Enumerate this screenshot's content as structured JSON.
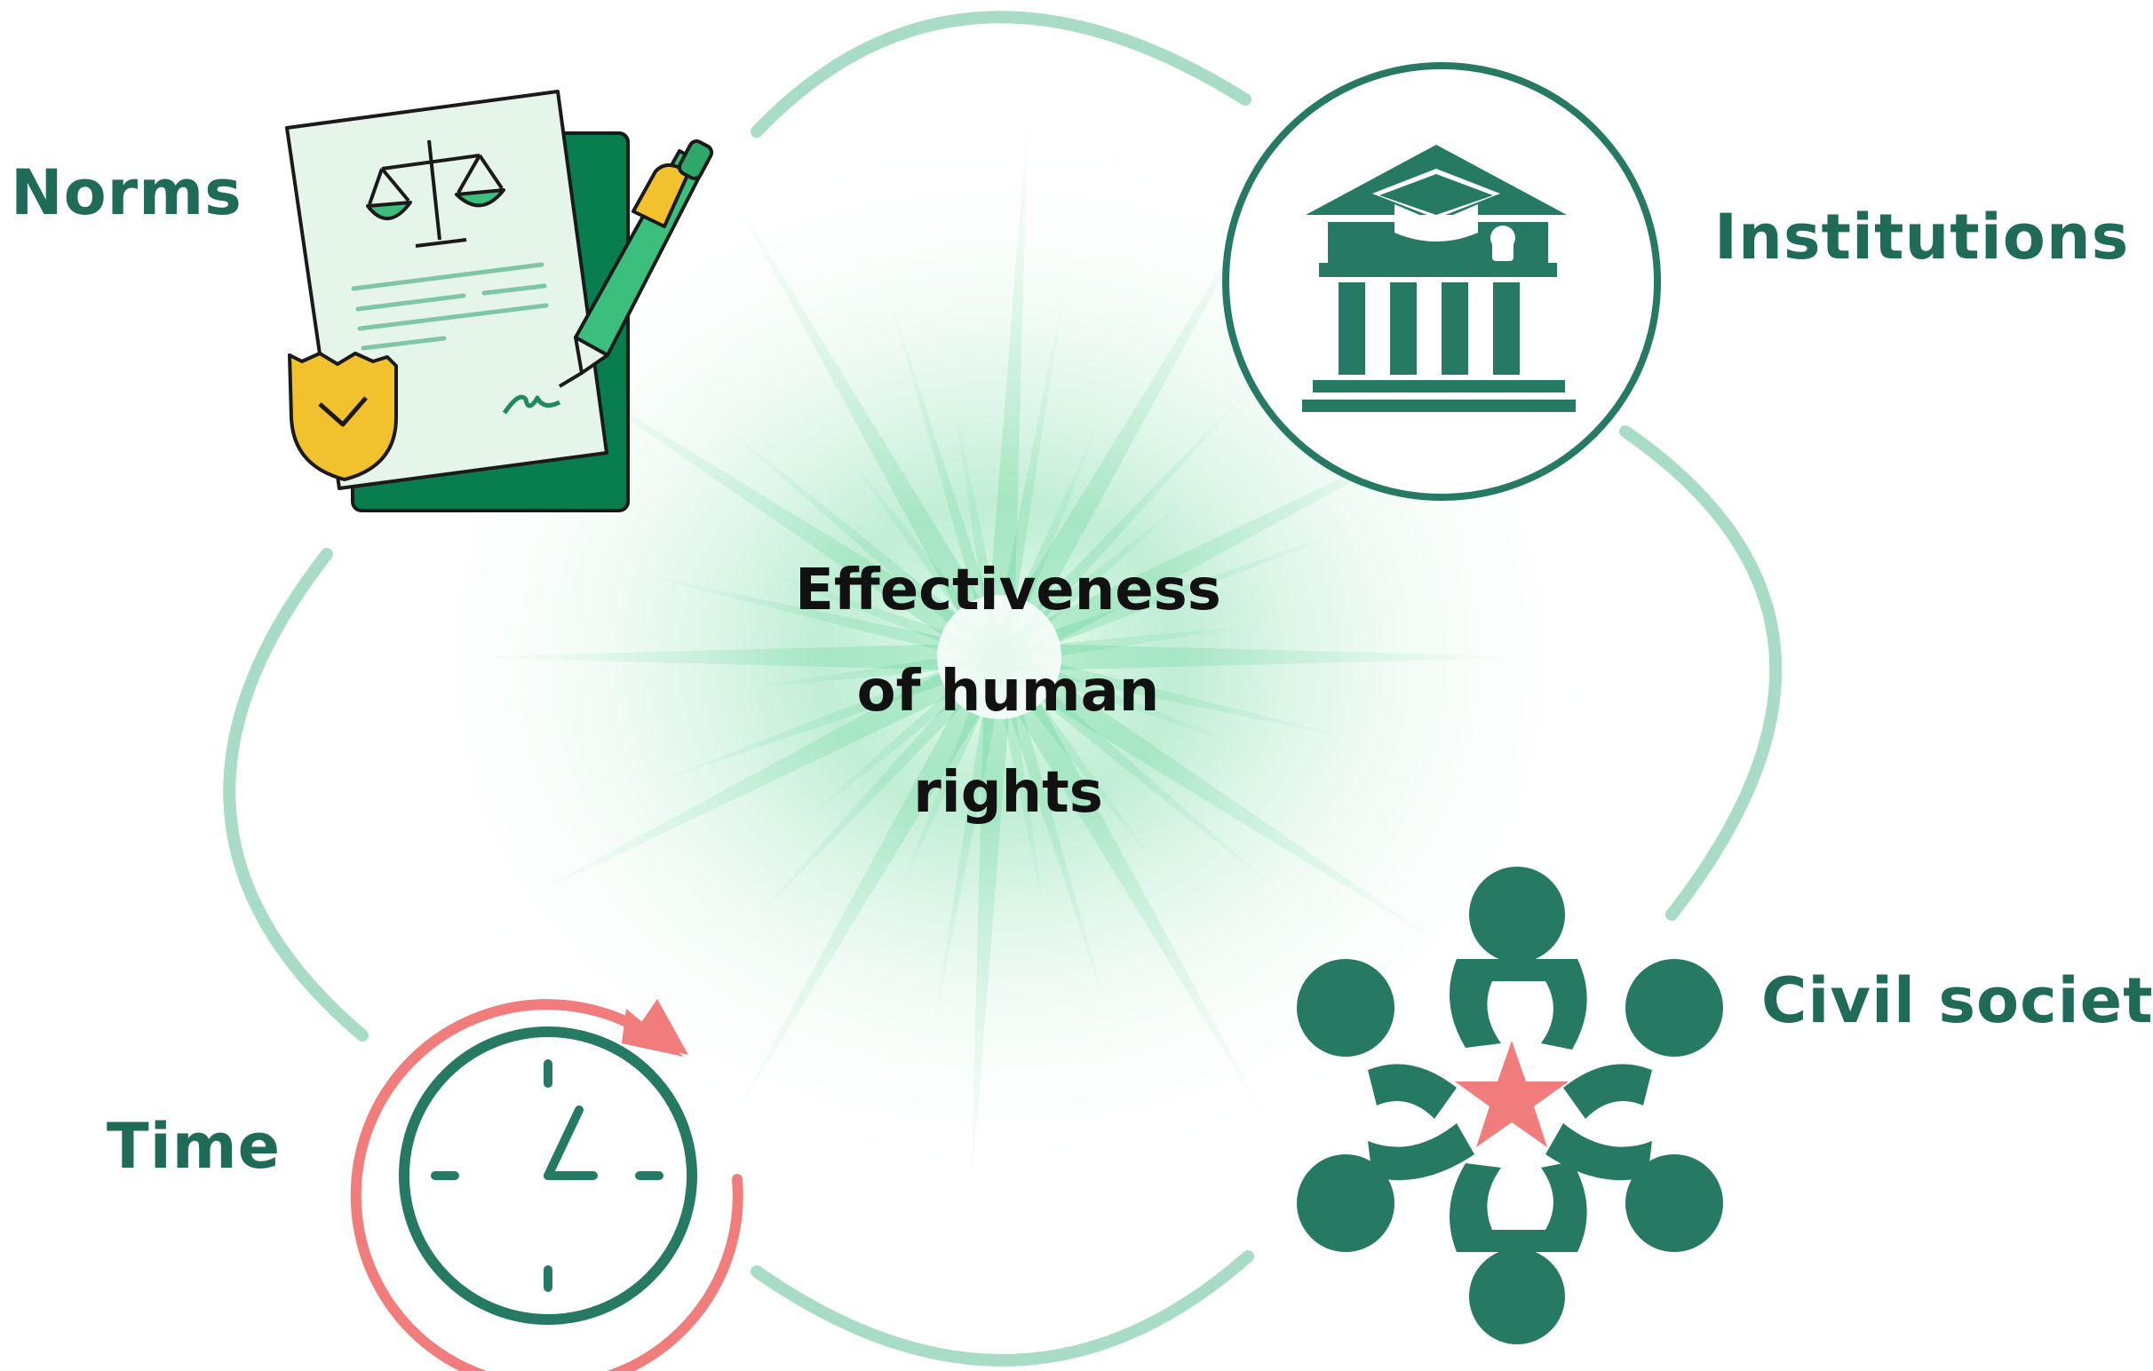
{
  "center": {
    "lines": [
      "Effectiveness",
      "of human",
      "rights"
    ]
  },
  "nodes": {
    "norms": {
      "label": "Norms",
      "icon": "legal-document-icon"
    },
    "institutions": {
      "label": "Institutions",
      "icon": "institution-building-icon"
    },
    "civil_society": {
      "label": "Civil society",
      "icon": "community-people-icon"
    },
    "time": {
      "label": "Time",
      "icon": "clock-cycle-icon"
    }
  },
  "colors": {
    "label_green": "#1f6b57",
    "dark_green": "#267a63",
    "arc_mint": "#a9dcc6",
    "glow_green": "#5fd296",
    "accent_yellow": "#f2c12e",
    "accent_red": "#f07c7c",
    "center_text": "#111111"
  }
}
